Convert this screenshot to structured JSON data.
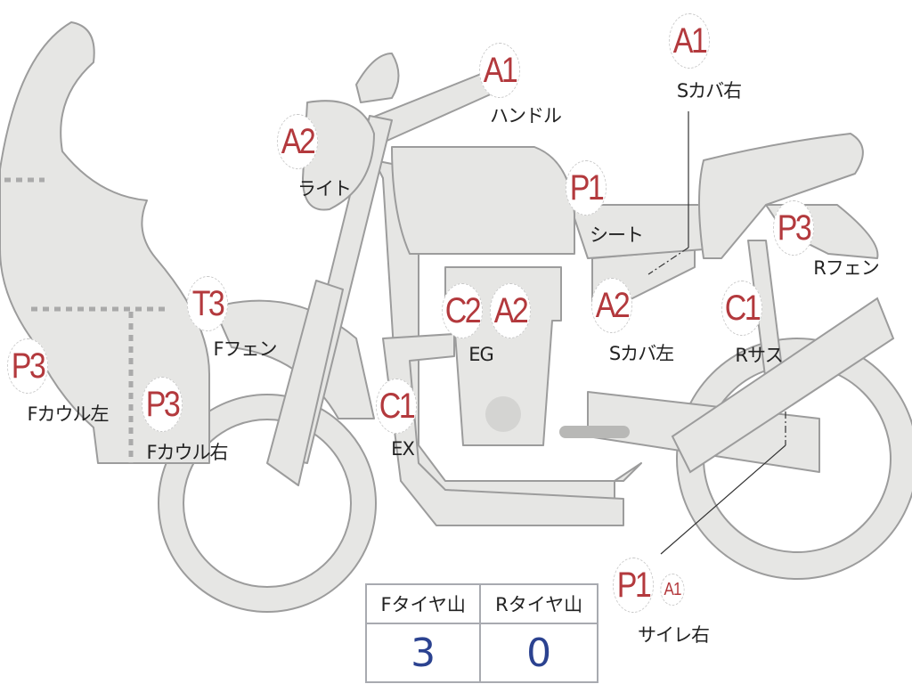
{
  "colors": {
    "badge_text": "#b3393d",
    "value_text": "#2b4290",
    "part_fill": "#e6e6e4",
    "part_stroke": "#9c9c9c"
  },
  "parts": [
    {
      "codes": [
        "A1"
      ],
      "label": "ハンドル"
    },
    {
      "codes": [
        "A1"
      ],
      "label": "Sカバ右"
    },
    {
      "codes": [
        "A2"
      ],
      "label": "ライト"
    },
    {
      "codes": [
        "P1"
      ],
      "label": "シート"
    },
    {
      "codes": [
        "P3"
      ],
      "label": "Rフェン"
    },
    {
      "codes": [
        "T3"
      ],
      "label": "Fフェン"
    },
    {
      "codes": [
        "C2",
        "A2"
      ],
      "label": "EG"
    },
    {
      "codes": [
        "A2"
      ],
      "label": "Sカバ左"
    },
    {
      "codes": [
        "C1"
      ],
      "label": "Rサス"
    },
    {
      "codes": [
        "P3"
      ],
      "label": "Fカウル左"
    },
    {
      "codes": [
        "P3"
      ],
      "label": "Fカウル右"
    },
    {
      "codes": [
        "C1"
      ],
      "label": "EX"
    },
    {
      "codes": [
        "P1",
        "A1"
      ],
      "label": "サイレ右"
    }
  ],
  "tire_table": {
    "headers": [
      "Fタイヤ山",
      "Rタイヤ山"
    ],
    "values": [
      "3",
      "0"
    ]
  }
}
